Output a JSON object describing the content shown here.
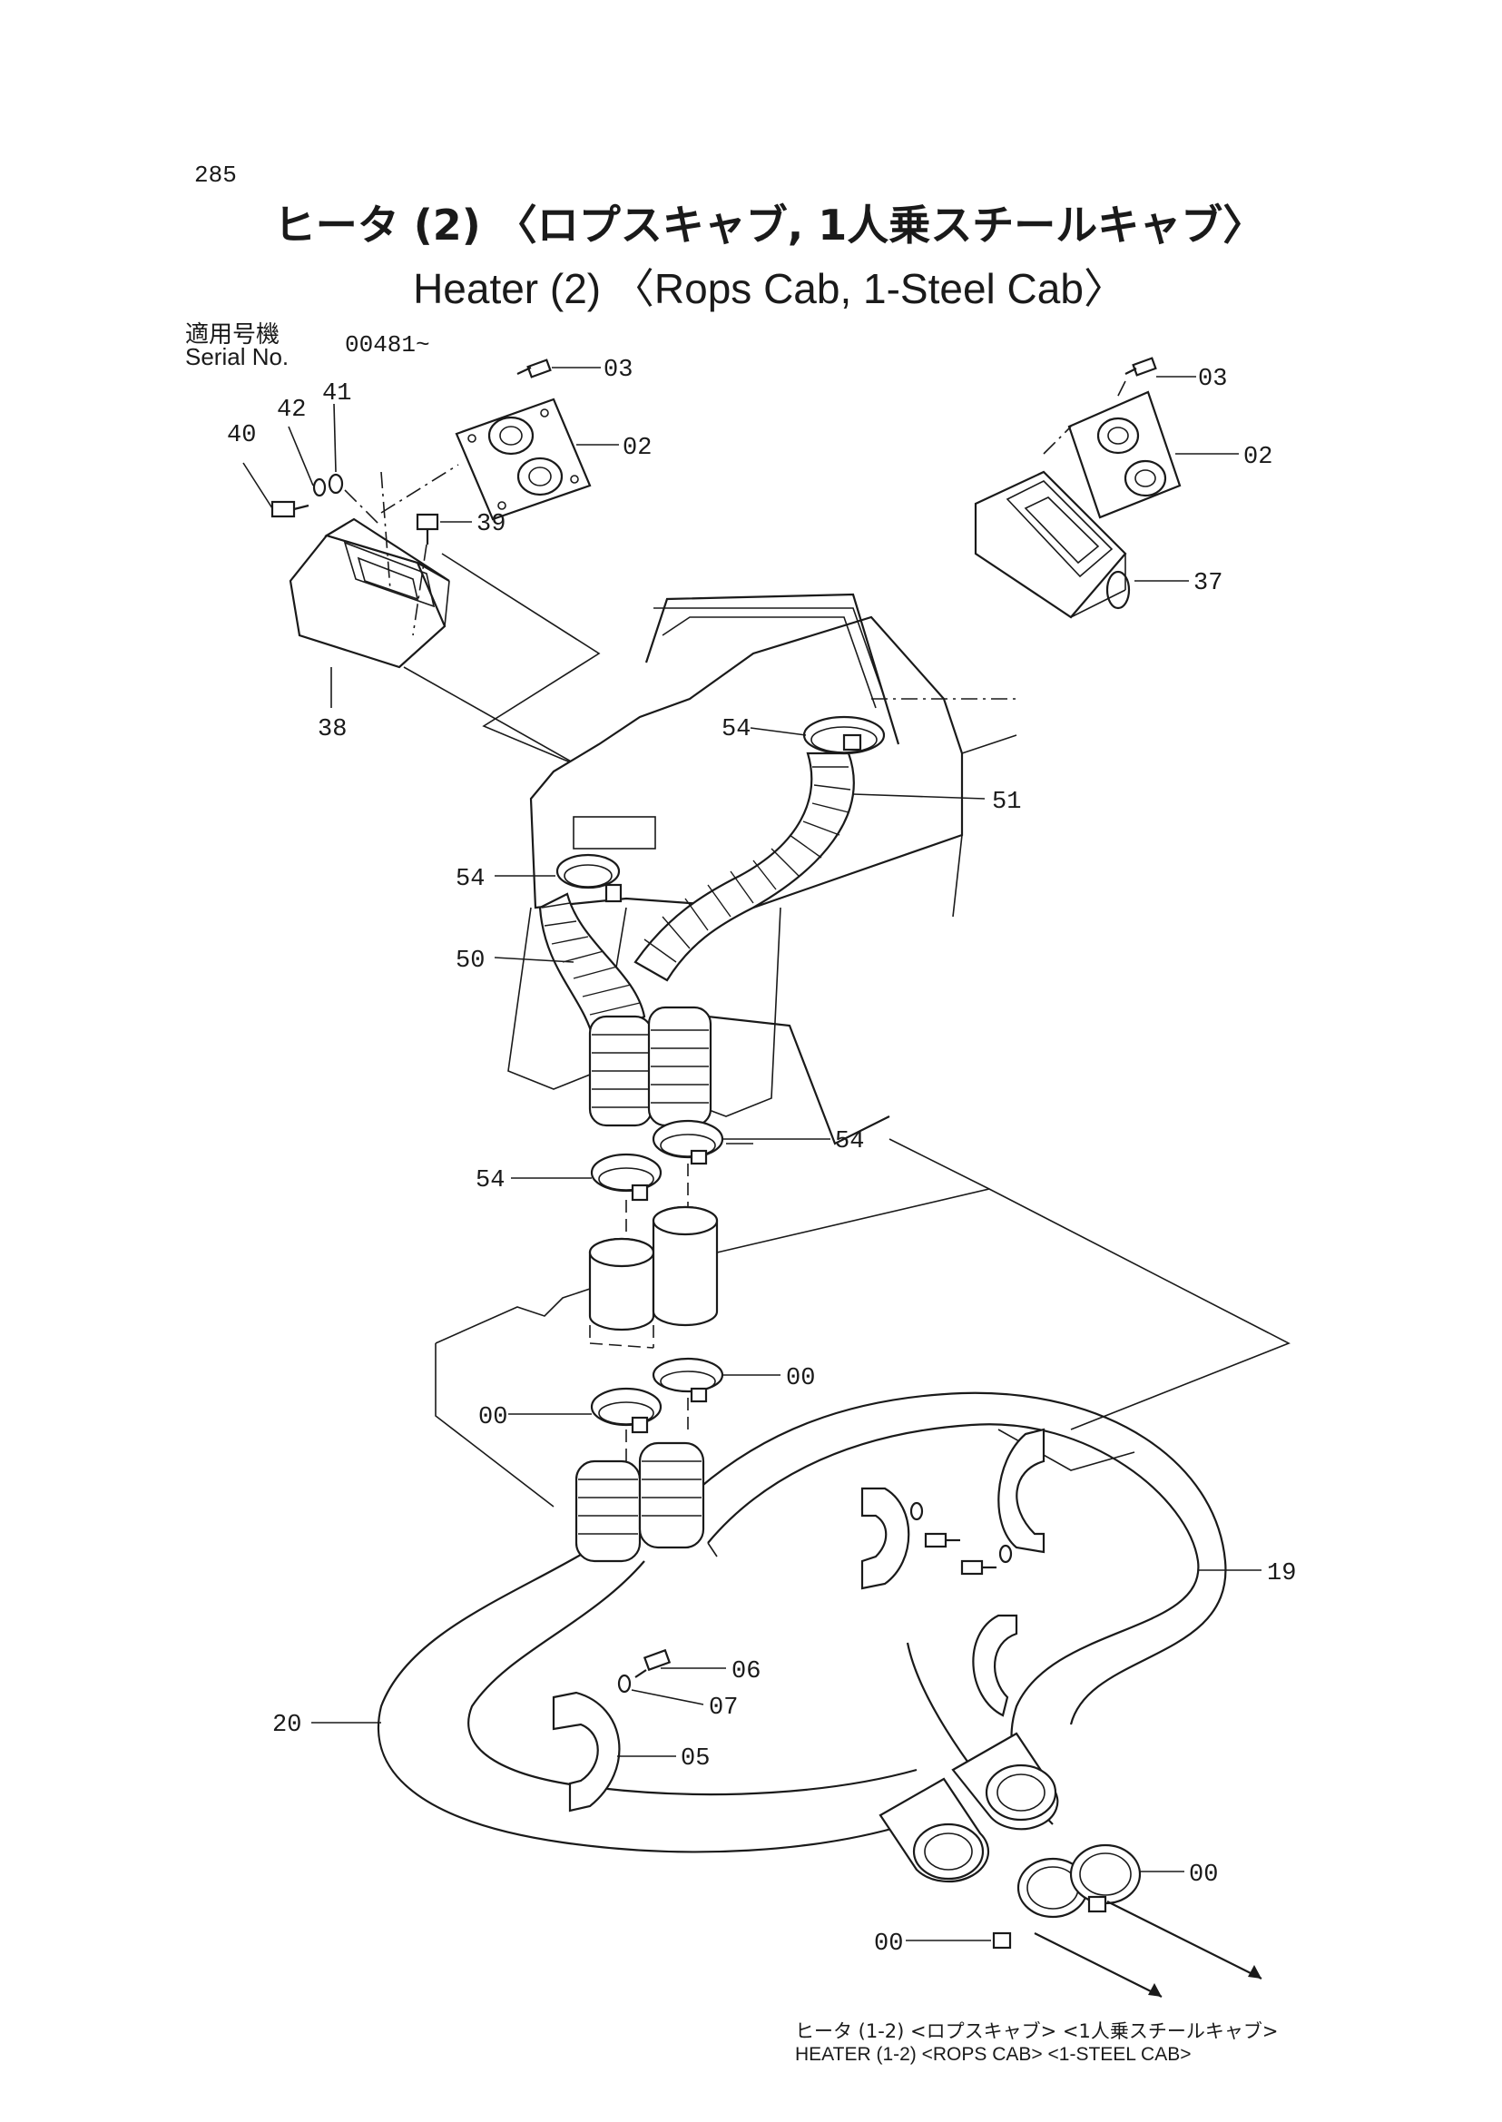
{
  "header": {
    "page_number": "285",
    "title_jp": "ヒータ (2) 〈ロプスキャブ, 1人乗スチールキャブ〉",
    "title_en": "Heater (2) 〈Rops Cab, 1-Steel Cab〉",
    "serial_label_jp": "適用号機",
    "serial_label_en": "Serial No.",
    "serial_value": "00481~"
  },
  "parts": {
    "p03a": "03",
    "p02a": "02",
    "p40": "40",
    "p42": "42",
    "p41": "41",
    "p39": "39",
    "p38": "38",
    "p03b": "03",
    "p02b": "02",
    "p37": "37",
    "p54a": "54",
    "p51": "51",
    "p54b": "54",
    "p50": "50",
    "p54c": "54",
    "p54d": "54",
    "p00a": "00",
    "p00b": "00",
    "p19": "19",
    "p06": "06",
    "p07": "07",
    "p20": "20",
    "p05": "05",
    "p00c": "00",
    "p00d": "00"
  },
  "footer": {
    "ref_jp": "ヒータ (1-2) <ロプスキャブ> <1人乗スチールキャブ>",
    "ref_en": "HEATER (1-2) <ROPS CAB> <1-STEEL CAB>"
  }
}
